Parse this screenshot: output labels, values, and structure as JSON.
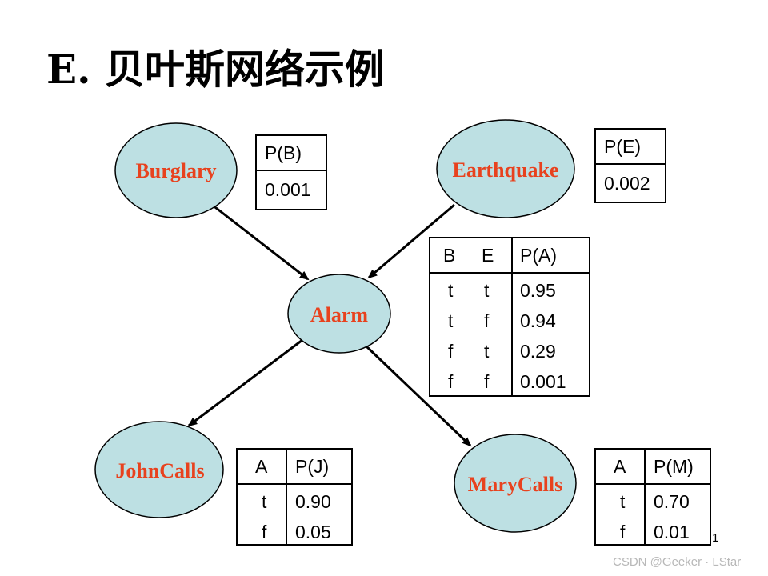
{
  "title": {
    "letter": "E.",
    "text": "贝叶斯网络示例"
  },
  "nodes": {
    "burglary": "Burglary",
    "earthquake": "Earthquake",
    "alarm": "Alarm",
    "johncalls": "JohnCalls",
    "marycalls": "MaryCalls"
  },
  "edges": [
    {
      "from": "burglary",
      "to": "alarm"
    },
    {
      "from": "earthquake",
      "to": "alarm"
    },
    {
      "from": "alarm",
      "to": "johncalls"
    },
    {
      "from": "alarm",
      "to": "marycalls"
    }
  ],
  "colors": {
    "node_fill": "#bde0e3",
    "node_label": "#e8421e",
    "edge": "#000000"
  },
  "cpt_b": {
    "header": "P(B)",
    "value": "0.001"
  },
  "cpt_e": {
    "header": "P(E)",
    "value": "0.002"
  },
  "cpt_a": {
    "headers": [
      "B",
      "E",
      "P(A)"
    ],
    "rows": [
      [
        "t",
        "t",
        "0.95"
      ],
      [
        "t",
        "f",
        "0.94"
      ],
      [
        "f",
        "t",
        "0.29"
      ],
      [
        "f",
        "f",
        "0.001"
      ]
    ]
  },
  "cpt_j": {
    "headers": [
      "A",
      "P(J)"
    ],
    "rows": [
      [
        "t",
        "0.90"
      ],
      [
        "f",
        "0.05"
      ]
    ]
  },
  "cpt_m": {
    "headers": [
      "A",
      "P(M)"
    ],
    "rows": [
      [
        "t",
        "0.70"
      ],
      [
        "f",
        "0.01"
      ]
    ]
  },
  "page_number": "1",
  "watermark": "CSDN @Geeker · LStar"
}
